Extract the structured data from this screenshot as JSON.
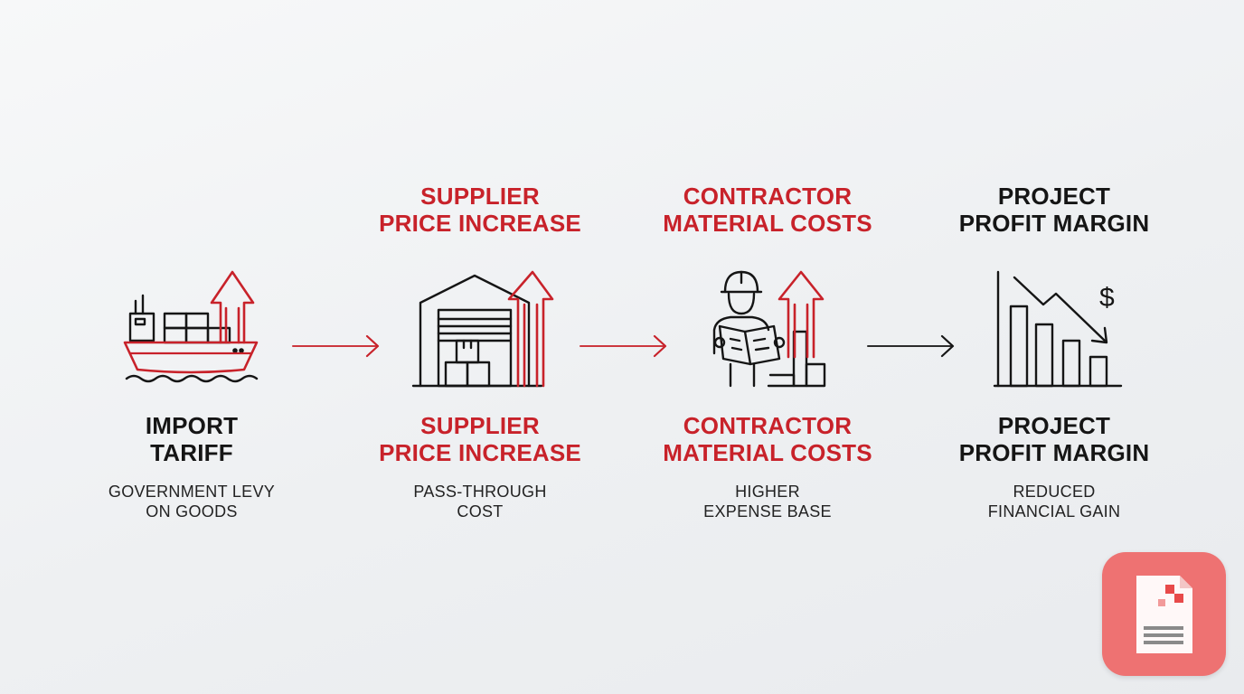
{
  "colors": {
    "accent": "#c8222a",
    "ink": "#151515",
    "badge": "#ee7272"
  },
  "steps": [
    {
      "icon": "cargo-ship-icon",
      "top_title": [],
      "title": [
        "IMPORT",
        "TARIFF"
      ],
      "subtitle": [
        "GOVERNMENT LEVY",
        "ON GOODS"
      ],
      "title_color": "black"
    },
    {
      "icon": "warehouse-icon",
      "top_title": [
        "SUPPLIER",
        "PRICE INCREASE"
      ],
      "title": [
        "SUPPLIER",
        "PRICE INCREASE"
      ],
      "subtitle": [
        "PASS-THROUGH",
        "COST"
      ],
      "title_color": "red"
    },
    {
      "icon": "contractor-blueprint-icon",
      "top_title": [
        "CONTRACTOR",
        "MATERIAL COSTS"
      ],
      "title": [
        "CONTRACTOR",
        "MATERIAL COSTS"
      ],
      "subtitle": [
        "HIGHER",
        "EXPENSE BASE"
      ],
      "title_color": "red"
    },
    {
      "icon": "declining-bar-chart-icon",
      "top_title": [
        "PROJECT",
        "PROFIT MARGIN"
      ],
      "title": [
        "PROJECT",
        "PROFIT MARGIN"
      ],
      "subtitle": [
        "REDUCED",
        "FINANCIAL GAIN"
      ],
      "title_color": "black"
    }
  ],
  "connectors": [
    "red-arrow-icon",
    "red-arrow-icon",
    "black-arrow-icon"
  ],
  "badge": {
    "icon": "document-app-icon"
  }
}
